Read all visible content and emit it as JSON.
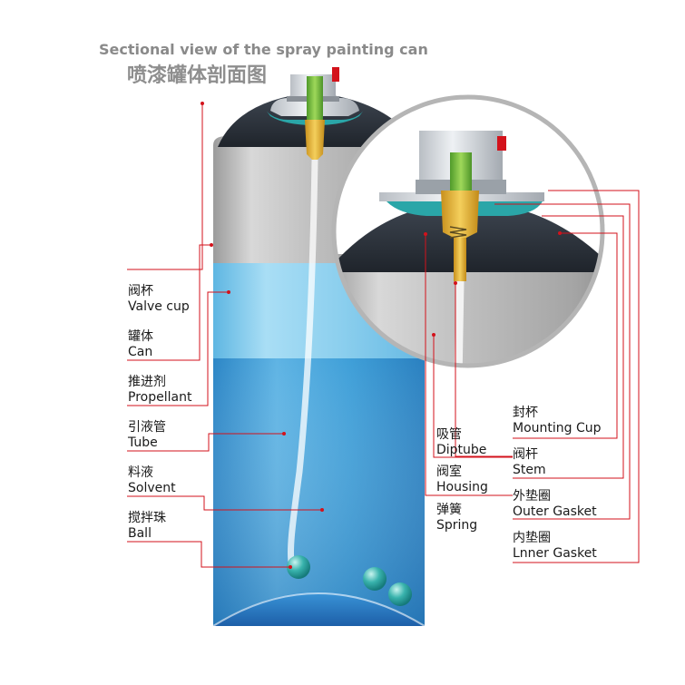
{
  "title": {
    "en": "Sectional view of the spray painting can",
    "zh": "喷漆罐体剖面图"
  },
  "labels": {
    "valve_cup": {
      "zh": "阀杯",
      "en": "Valve cup"
    },
    "can": {
      "zh": "罐体",
      "en": "Can"
    },
    "propellant": {
      "zh": "推进剂",
      "en": "Propellant"
    },
    "tube": {
      "zh": "引液管",
      "en": "Tube"
    },
    "solvent": {
      "zh": "料液",
      "en": "Solvent"
    },
    "ball": {
      "zh": "搅拌珠",
      "en": "Ball"
    },
    "diptube": {
      "zh": "吸管",
      "en": "Diptube"
    },
    "housing": {
      "zh": "阀室",
      "en": "Housing"
    },
    "spring": {
      "zh": "弹簧",
      "en": "Spring"
    },
    "mounting_cup": {
      "zh": "封杯",
      "en": "Mounting Cup"
    },
    "stem": {
      "zh": "阀杆",
      "en": "Stem"
    },
    "outer_gasket": {
      "zh": "外垫圈",
      "en": "Outer Gasket"
    },
    "inner_gasket": {
      "zh": "内垫圈",
      "en": "Lnner Gasket"
    }
  },
  "colors": {
    "leader": "#d3121b",
    "liquid": "#3f9fd8",
    "propellant": "#8ccfee",
    "can_metal": "#bdbdbd",
    "dome": "#2e3540",
    "gasket": "#2aa6a8",
    "housing": "#e6b638",
    "stem": "#7cc242"
  }
}
